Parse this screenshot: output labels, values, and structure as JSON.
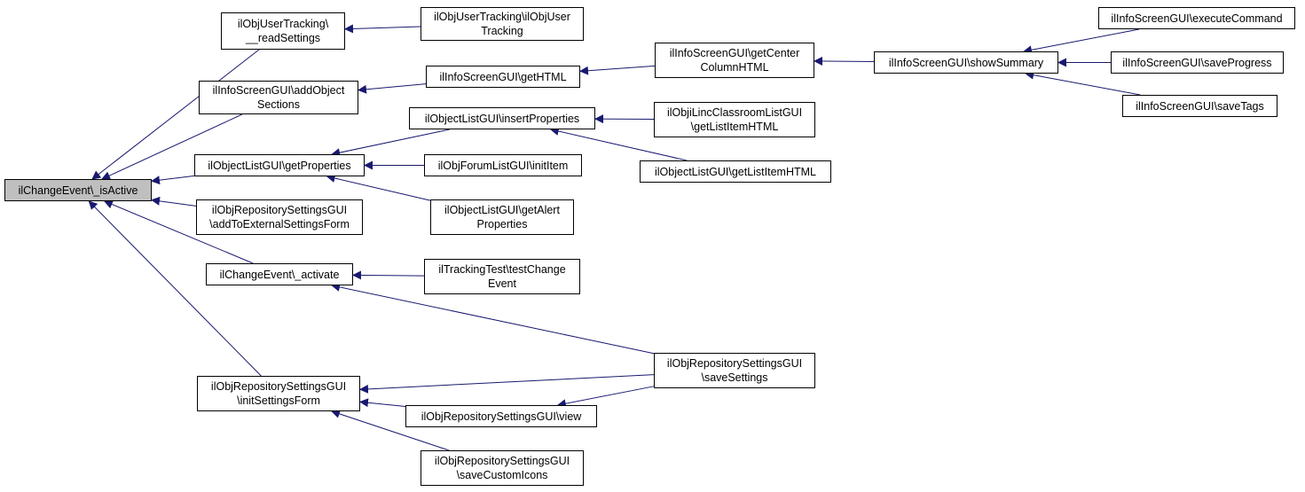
{
  "diagram": {
    "edge_color": "#191970",
    "root_fill": "#bfbfbf",
    "nodes": [
      {
        "id": "root",
        "label": "ilChangeEvent\\_isActive",
        "root": true
      },
      {
        "id": "readSettings",
        "label": "ilObjUserTracking\\\n__readSettings"
      },
      {
        "id": "addObjSections",
        "label": "ilInfoScreenGUI\\addObject\nSections"
      },
      {
        "id": "getProperties",
        "label": "ilObjectListGUI\\getProperties"
      },
      {
        "id": "addToExt",
        "label": "ilObjRepositorySettingsGUI\n\\addToExternalSettingsForm"
      },
      {
        "id": "activate",
        "label": "ilChangeEvent\\_activate"
      },
      {
        "id": "initSettingsForm",
        "label": "ilObjRepositorySettingsGUI\n\\initSettingsForm"
      },
      {
        "id": "objUserTracking",
        "label": "ilObjUserTracking\\ilObjUser\nTracking"
      },
      {
        "id": "getHTML",
        "label": "ilInfoScreenGUI\\getHTML"
      },
      {
        "id": "insertProps",
        "label": "ilObjectListGUI\\insertProperties"
      },
      {
        "id": "forumInit",
        "label": "ilObjForumListGUI\\initItem"
      },
      {
        "id": "getAlert",
        "label": "ilObjectListGUI\\getAlert\nProperties"
      },
      {
        "id": "trackingTest",
        "label": "ilTrackingTest\\testChange\nEvent"
      },
      {
        "id": "view",
        "label": "ilObjRepositorySettingsGUI\\view"
      },
      {
        "id": "saveCustomIcons",
        "label": "ilObjRepositorySettingsGUI\n\\saveCustomIcons"
      },
      {
        "id": "getCenter",
        "label": "ilInfoScreenGUI\\getCenter\nColumnHTML"
      },
      {
        "id": "lincClassroom",
        "label": "ilObjiLincClassroomListGUI\n\\getListItemHTML"
      },
      {
        "id": "getListItemHTML",
        "label": "ilObjectListGUI\\getListItemHTML"
      },
      {
        "id": "saveSettings",
        "label": "ilObjRepositorySettingsGUI\n\\saveSettings"
      },
      {
        "id": "showSummary",
        "label": "ilInfoScreenGUI\\showSummary"
      },
      {
        "id": "executeCommand",
        "label": "ilInfoScreenGUI\\executeCommand"
      },
      {
        "id": "saveProgress",
        "label": "ilInfoScreenGUI\\saveProgress"
      },
      {
        "id": "saveTags",
        "label": "ilInfoScreenGUI\\saveTags"
      }
    ],
    "edges": [
      {
        "from": "readSettings",
        "to": "root"
      },
      {
        "from": "addObjSections",
        "to": "root"
      },
      {
        "from": "getProperties",
        "to": "root"
      },
      {
        "from": "addToExt",
        "to": "root"
      },
      {
        "from": "activate",
        "to": "root"
      },
      {
        "from": "initSettingsForm",
        "to": "root"
      },
      {
        "from": "objUserTracking",
        "to": "readSettings"
      },
      {
        "from": "getHTML",
        "to": "addObjSections"
      },
      {
        "from": "insertProps",
        "to": "getProperties"
      },
      {
        "from": "forumInit",
        "to": "getProperties"
      },
      {
        "from": "getAlert",
        "to": "getProperties"
      },
      {
        "from": "trackingTest",
        "to": "activate"
      },
      {
        "from": "saveSettings",
        "to": "activate"
      },
      {
        "from": "saveSettings",
        "to": "initSettingsForm"
      },
      {
        "from": "view",
        "to": "initSettingsForm"
      },
      {
        "from": "saveCustomIcons",
        "to": "initSettingsForm"
      },
      {
        "from": "getCenter",
        "to": "getHTML"
      },
      {
        "from": "lincClassroom",
        "to": "insertProps"
      },
      {
        "from": "getListItemHTML",
        "to": "insertProps"
      },
      {
        "from": "saveSettings",
        "to": "view"
      },
      {
        "from": "showSummary",
        "to": "getCenter"
      },
      {
        "from": "executeCommand",
        "to": "showSummary"
      },
      {
        "from": "saveProgress",
        "to": "showSummary"
      },
      {
        "from": "saveTags",
        "to": "showSummary"
      }
    ]
  }
}
